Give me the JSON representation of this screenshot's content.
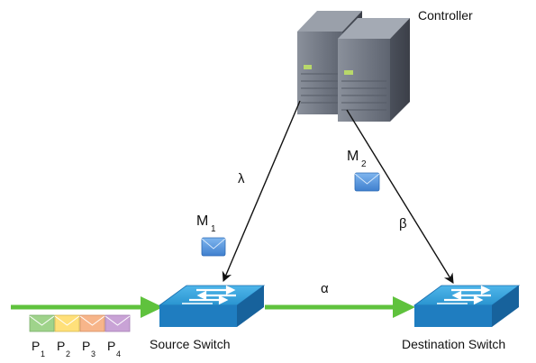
{
  "nodes": {
    "controller_label": "Controller",
    "source_label": "Source Switch",
    "destination_label": "Destination Switch"
  },
  "links": {
    "lambda": "λ",
    "beta": "β",
    "alpha": "α"
  },
  "messages": {
    "m1_main": "M",
    "m1_sub": "1",
    "m2_main": "M",
    "m2_sub": "2"
  },
  "packets": [
    {
      "main": "P",
      "sub": "1",
      "color": "#9fd38b"
    },
    {
      "main": "P",
      "sub": "2",
      "color": "#ffe07a"
    },
    {
      "main": "P",
      "sub": "3",
      "color": "#f7b58a"
    },
    {
      "main": "P",
      "sub": "4",
      "color": "#c9a3d6"
    }
  ],
  "colors": {
    "flow": "#5fc23d",
    "switch_top": "#2c9fd8",
    "switch_side": "#1b6fb0",
    "server": "#6c7380",
    "envelope": "#4a8fd9"
  },
  "icons": [
    "server-icon",
    "switch-icon",
    "envelope-icon"
  ]
}
